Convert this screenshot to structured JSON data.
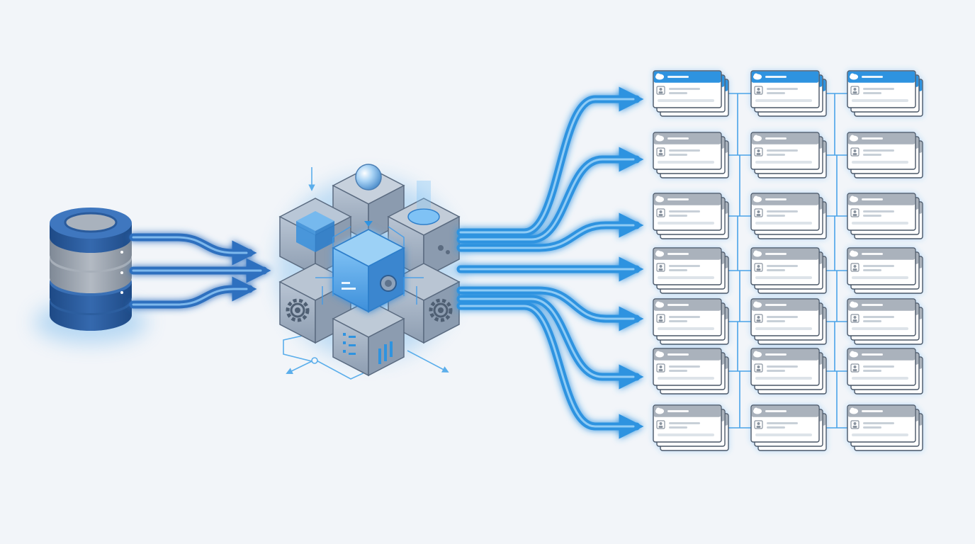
{
  "theme": {
    "background": "#F2F5F9",
    "flow_blue": "#2E93E0",
    "flow_blue_light": "#8FCBF5",
    "db_top": "#4A7FC0",
    "db_dark": "#1F4F8C",
    "db_grey": "#9AA3AE",
    "cube_glass": "#9FB0C4",
    "cube_glow": "#3E9BEA",
    "card_header": "#2E93E0",
    "card_header_grey": "#AAB2BC",
    "card_body": "#FFFFFF",
    "card_line": "#C8D0D8",
    "connector": "#4AA3E8"
  },
  "icons": {
    "source": "database-icon",
    "engine": "processing-cube-cluster-icon",
    "gear": "gear-icon",
    "card_logo": "cloud-icon",
    "card_avatar": "user-icon"
  },
  "diagram": {
    "input_flow_count": 3,
    "output_flow_count": 7,
    "card_columns": 3,
    "card_rows": 7,
    "card_rows_with_blue_header": [
      0
    ]
  }
}
